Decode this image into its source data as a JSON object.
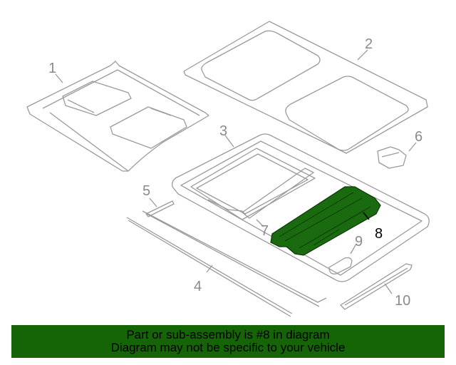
{
  "diagram": {
    "highlighted_part": "8",
    "colors": {
      "line": "#9a9a9a",
      "highlight": "#1a6a10",
      "highlight_dark": "#0a3a05",
      "banner": "#156406"
    },
    "callouts": [
      {
        "id": "1",
        "label": "1"
      },
      {
        "id": "2",
        "label": "2"
      },
      {
        "id": "3",
        "label": "3"
      },
      {
        "id": "4",
        "label": "4"
      },
      {
        "id": "5",
        "label": "5"
      },
      {
        "id": "6",
        "label": "6"
      },
      {
        "id": "7",
        "label": "7"
      },
      {
        "id": "8",
        "label": "8"
      },
      {
        "id": "9",
        "label": "9"
      },
      {
        "id": "10",
        "label": "10"
      }
    ]
  },
  "banner": {
    "line1": "Part or sub-assembly is #8 in diagram",
    "line2": "Diagram may not be specific to your vehicle"
  }
}
